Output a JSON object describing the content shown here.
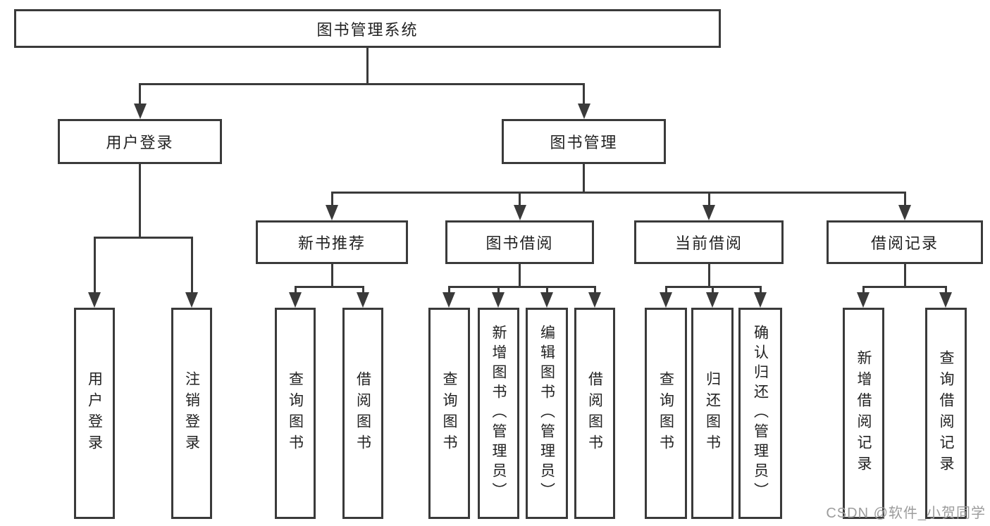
{
  "diagram": {
    "title": "图书管理系统",
    "type": "hierarchy-tree",
    "colors": {
      "background": "#ffffff",
      "line": "#3a3a3a",
      "text": "#222222",
      "watermark": "#9c9c9c"
    }
  },
  "nodes": {
    "root": {
      "label": "图书管理系统"
    },
    "user_login": {
      "label": "用户登录"
    },
    "book_mgmt": {
      "label": "图书管理"
    },
    "new_book_rec": {
      "label": "新书推荐"
    },
    "book_borrow": {
      "label": "图书借阅"
    },
    "current_borrow": {
      "label": "当前借阅"
    },
    "borrow_records": {
      "label": "借阅记录"
    },
    "leaf_user_login": {
      "label": "用户登录"
    },
    "leaf_logout": {
      "label": "注销登录"
    },
    "leaf_nbr_query": {
      "label": "查询图书"
    },
    "leaf_nbr_borrow": {
      "label": "借阅图书"
    },
    "leaf_bb_query": {
      "label": "查询图书"
    },
    "leaf_bb_add": {
      "label": "新增图书（管理员）"
    },
    "leaf_bb_edit": {
      "label": "编辑图书（管理员）"
    },
    "leaf_bb_borrow": {
      "label": "借阅图书"
    },
    "leaf_cb_query": {
      "label": "查询图书"
    },
    "leaf_cb_return": {
      "label": "归还图书"
    },
    "leaf_cb_confirm": {
      "label": "确认归还（管理员）"
    },
    "leaf_br_add": {
      "label": "新增借阅记录"
    },
    "leaf_br_query": {
      "label": "查询借阅记录"
    }
  },
  "hierarchy": [
    {
      "parent": "图书管理系统",
      "children": [
        "用户登录",
        "图书管理"
      ]
    },
    {
      "parent": "用户登录",
      "children": [
        "用户登录",
        "注销登录"
      ]
    },
    {
      "parent": "图书管理",
      "children": [
        "新书推荐",
        "图书借阅",
        "当前借阅",
        "借阅记录"
      ]
    },
    {
      "parent": "新书推荐",
      "children": [
        "查询图书",
        "借阅图书"
      ]
    },
    {
      "parent": "图书借阅",
      "children": [
        "查询图书",
        "新增图书（管理员）",
        "编辑图书（管理员）",
        "借阅图书"
      ]
    },
    {
      "parent": "当前借阅",
      "children": [
        "查询图书",
        "归还图书",
        "确认归还（管理员）"
      ]
    },
    {
      "parent": "借阅记录",
      "children": [
        "新增借阅记录",
        "查询借阅记录"
      ]
    }
  ],
  "watermark": {
    "text": "CSDN @软件_小贺同学"
  }
}
